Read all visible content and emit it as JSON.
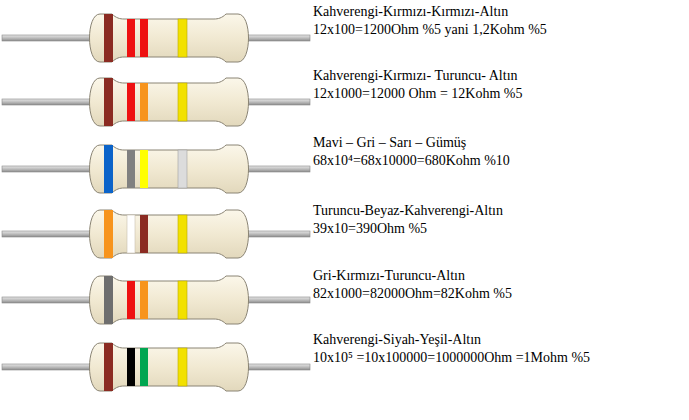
{
  "diagram": {
    "labels": [
      "Kahverengi-Kırmızı-Kırmızı-Altın",
      "12x100=1200Ohm %5 yani 1,2Kohm %5",
      "Kahverengi-Kırmızı- Turuncu- Altın",
      "12x1000=12000 Ohm = 12Kohm %5",
      "Mavi – Gri – Sarı – Gümüş",
      "68x10⁴=68x10000=680Kohm %10",
      "Turuncu-Beyaz-Kahverengi-Altın",
      "39x10=390Ohm %5",
      "Gri-Kırmızı-Turuncu-Altın",
      "82x1000=82000Ohm=82Kohm %5",
      "Kahverengi-Siyah-Yeşil-Altın",
      "10x10⁵ =10x100000=1000000Ohm =1Mohm %5"
    ]
  }
}
